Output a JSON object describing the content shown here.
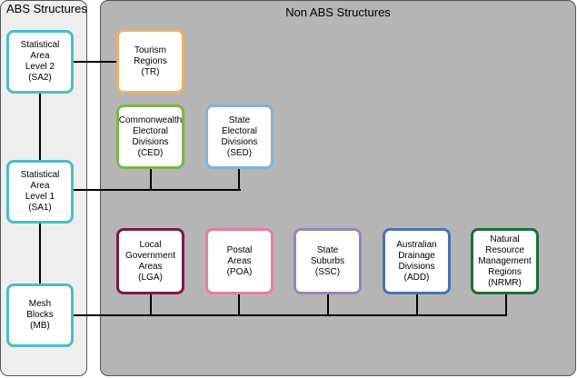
{
  "panels": {
    "abs_title": "ABS Structures",
    "non_abs_title": "Non ABS Structures"
  },
  "abs_nodes": [
    {
      "label": "Statistical\nArea\nLevel 2\n(SA2)",
      "color": "#4bbcc8"
    },
    {
      "label": "Statistical\nArea\nLevel 1\n(SA1)",
      "color": "#4bbcc8"
    },
    {
      "label": "Mesh\nBlocks\n(MB)",
      "color": "#4bbcc8"
    }
  ],
  "non_abs_nodes": [
    {
      "label": "Tourism\nRegions\n(TR)",
      "color": "#f0b060"
    },
    {
      "label": "Commonwealth\nElectoral\nDivisions\n(CED)",
      "color": "#7ab648"
    },
    {
      "label": "State\nElectoral\nDivisions\n(SED)",
      "color": "#7fb3d8"
    },
    {
      "label": "Local\nGovernment\nAreas\n(LGA)",
      "color": "#7b1a4a"
    },
    {
      "label": "Postal\nAreas\n(POA)",
      "color": "#e57ea8"
    },
    {
      "label": "State\nSuburbs\n(SSC)",
      "color": "#9a84c2"
    },
    {
      "label": "Australian\nDrainage\nDivisions\n(ADD)",
      "color": "#4a72b0"
    },
    {
      "label": "Natural\nResource\nManagement\nRegions\n(NRMR)",
      "color": "#1e6e3a"
    }
  ]
}
